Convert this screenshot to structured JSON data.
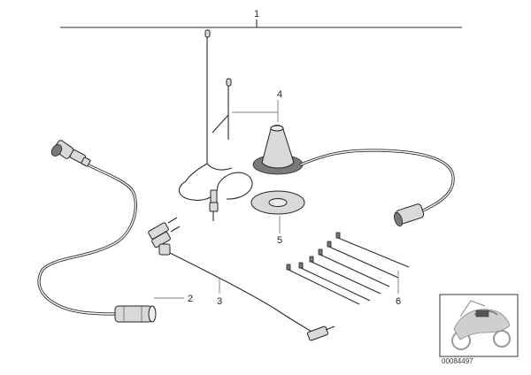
{
  "callouts": {
    "c1": "1",
    "c2": "2",
    "c3": "3",
    "c4": "4",
    "c5": "5",
    "c6": "6"
  },
  "reference_code": "00084497",
  "colors": {
    "line": "#2b2b2b",
    "part_fill": "#d9d9d9",
    "background": "#ffffff"
  }
}
